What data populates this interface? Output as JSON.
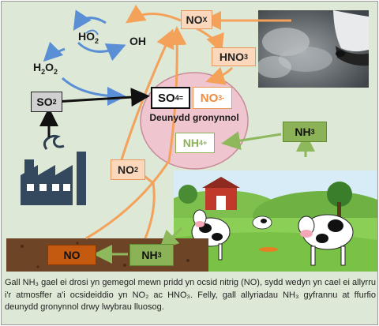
{
  "diagram": {
    "nodes": {
      "nox": {
        "text": "NO",
        "sub": "X"
      },
      "hno3": {
        "text": "HNO",
        "sub": "3"
      },
      "ho2": {
        "text": "HO",
        "sub": "2"
      },
      "oh": {
        "text": "OH"
      },
      "h2o2": {
        "text": "H",
        "sub1": "2",
        "mid": "O",
        "sub2": "2"
      },
      "so2": {
        "text": "SO",
        "sub": "2"
      },
      "so4": {
        "text": "SO",
        "sub": "4",
        "sup": "="
      },
      "no3": {
        "text": "NO",
        "sub": "3",
        "sup": "-"
      },
      "particle_label": "Deunydd gronynnol",
      "nh4": {
        "text": "NH",
        "sub": "4",
        "sup": "+"
      },
      "nh3_top": {
        "text": "NH",
        "sub": "3"
      },
      "no2": {
        "text": "NO",
        "sub": "2"
      },
      "no": {
        "text": "NO"
      },
      "nh3_bottom": {
        "text": "NH",
        "sub": "3"
      }
    },
    "colors": {
      "orange_arrow": "#f4a15a",
      "green_arrow": "#8db85c",
      "blue_arrow": "#5a8fd6",
      "black_arrow": "#111111",
      "orange_box_fill": "#fbd8bc",
      "orange_box_border": "#e8965a",
      "green_box_fill": "#8cb257",
      "green_box_border": "#5e8a30",
      "no_box_fill": "#c45a10",
      "particle_fill": "#efc6cf",
      "particle_border": "#c88a99",
      "soil": "#6e4426"
    },
    "icons": [
      "factory-icon",
      "car-exhaust-photo",
      "farm-cows-illustration"
    ]
  },
  "caption": "Gall NH₃ gael ei drosi yn gemegol mewn pridd yn ocsid nitrig (NO), sydd wedyn yn cael ei allyrru i'r atmosffer a'i ocsideiddio yn NO₂ ac HNO₃. Felly, gall allyriadau NH₃ gyfrannu at ffurfio deunydd gronynnol drwy lwybrau lluosog."
}
